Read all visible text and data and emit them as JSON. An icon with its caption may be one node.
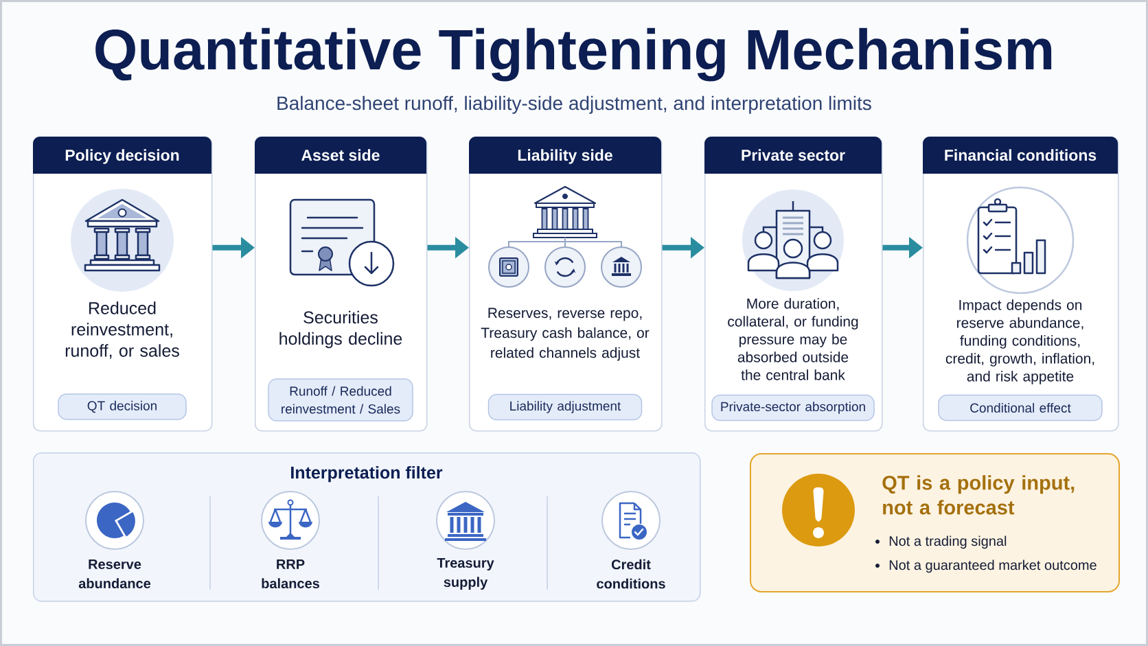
{
  "diagram": {
    "title": "Quantitative Tightening Mechanism",
    "nodes": [
      {
        "text": [
          "Policy decision",
          "Reduced reinvestment, runoff, or sales"
        ]
      },
      {
        "text": [
          "QT decision"
        ],
        "in": 0
      },
      {
        "text": [
          "Asset side",
          "Securities holdings decline"
        ]
      },
      {
        "text": [
          "Runoff / Reduced reinvestment / Sales"
        ],
        "in": 2
      },
      {
        "text": [
          "Liability side",
          "Reserves, reverse repo, Treasury cash balance, or related channels adjust"
        ]
      },
      {
        "text": [
          "Liability adjustment"
        ],
        "in": 4
      },
      {
        "text": [
          "Private sector",
          "More duration, collateral, or funding pressure may be absorbed outside the central bank"
        ]
      },
      {
        "text": [
          "Private-sector absorption"
        ],
        "in": 6
      },
      {
        "text": [
          "Financial conditions",
          "Impact depends on reserve abundance, funding conditions, credit, growth, inflation, and risk appetite"
        ]
      },
      {
        "text": [
          "Conditional effect"
        ],
        "in": 8
      },
      {
        "text": [
          "Interpretation filter"
        ]
      },
      {
        "text": [
          "Reserve abundance"
        ],
        "in": 10
      },
      {
        "text": [
          "RRP balances"
        ],
        "in": 10
      },
      {
        "text": [
          "Treasury supply"
        ],
        "in": 10
      },
      {
        "text": [
          "Credit conditions"
        ],
        "in": 10
      },
      {
        "text": [
          "QT is a policy input, not a forecast",
          "Not a trading signal",
          "Not a guaranteed market outcome"
        ]
      }
    ],
    "edges": [
      {
        "from": 0,
        "to": 2,
        "arrow": "to"
      },
      {
        "from": 2,
        "to": 4,
        "arrow": "to"
      },
      {
        "from": 4,
        "to": 6,
        "arrow": "to"
      },
      {
        "from": 6,
        "to": 8,
        "arrow": "to"
      }
    ],
    "labels": [
      "Balance-sheet runoff, liability-side adjustment, and interpretation limits"
    ]
  }
}
